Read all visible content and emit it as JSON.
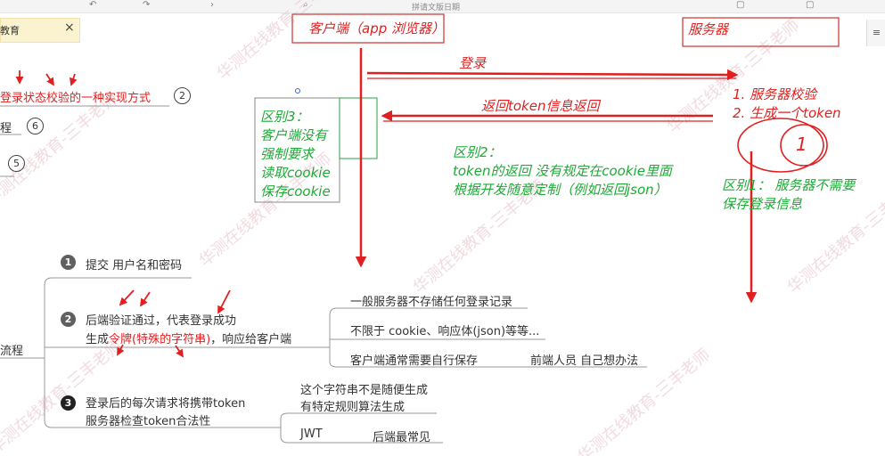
{
  "toolbar": {
    "doc_title": "拼请文版日期"
  },
  "sticky": {
    "label": "教育"
  },
  "left_tree": {
    "top_items": [
      {
        "label": "登录状态校验的一种实现方式",
        "badge": "2"
      },
      {
        "label": "程",
        "badge": "6"
      },
      {
        "label": "",
        "badge": "5"
      }
    ],
    "flow_label": "流程",
    "steps": [
      {
        "num": "1",
        "text": "提交 用户名和密码"
      },
      {
        "num": "2",
        "line1": "后端验证通过，代表登录成功",
        "line2_pre": "生成",
        "line2_mid": "令牌(特殊的字符串)",
        "line2_post": "，响应给客户端"
      },
      {
        "num": "3",
        "line1": "登录后的每次请求将携带token",
        "line2": "服务器检查token合法性"
      }
    ],
    "step2_notes": [
      "一般服务器不存储任何登录记录",
      "不限于 cookie、响应体(json)等等...",
      "客户端通常需要自行保存",
      "前端人员 自己想办法"
    ],
    "step3_notes": [
      "这个字符串不是随便生成",
      "有特定规则算法生成",
      "JWT",
      "后端最常见"
    ]
  },
  "annotations": {
    "client": "客户端（app 浏览器）",
    "server": "服务器",
    "login_arrow": "登录",
    "return_arrow": "返回token信息返回",
    "server_steps": [
      "1. 服务器校验",
      "2. 生成一个token"
    ],
    "diff1": [
      "区别1：  服务器不需要",
      "保存登录信息"
    ],
    "diff2": [
      "区别2：",
      "token的返回 没有规定在cookie里面",
      "根据开发随意定制（例如返回json）"
    ],
    "diff3": [
      "区别3：",
      "客户端没有",
      "强制要求",
      "读取cookie",
      "保存cookie"
    ],
    "circled": "1"
  },
  "watermark": "华测在线教育-三丰老师",
  "colors": {
    "red": "#e02020",
    "green": "#1daa36",
    "watermark": "#e8c8cf"
  }
}
